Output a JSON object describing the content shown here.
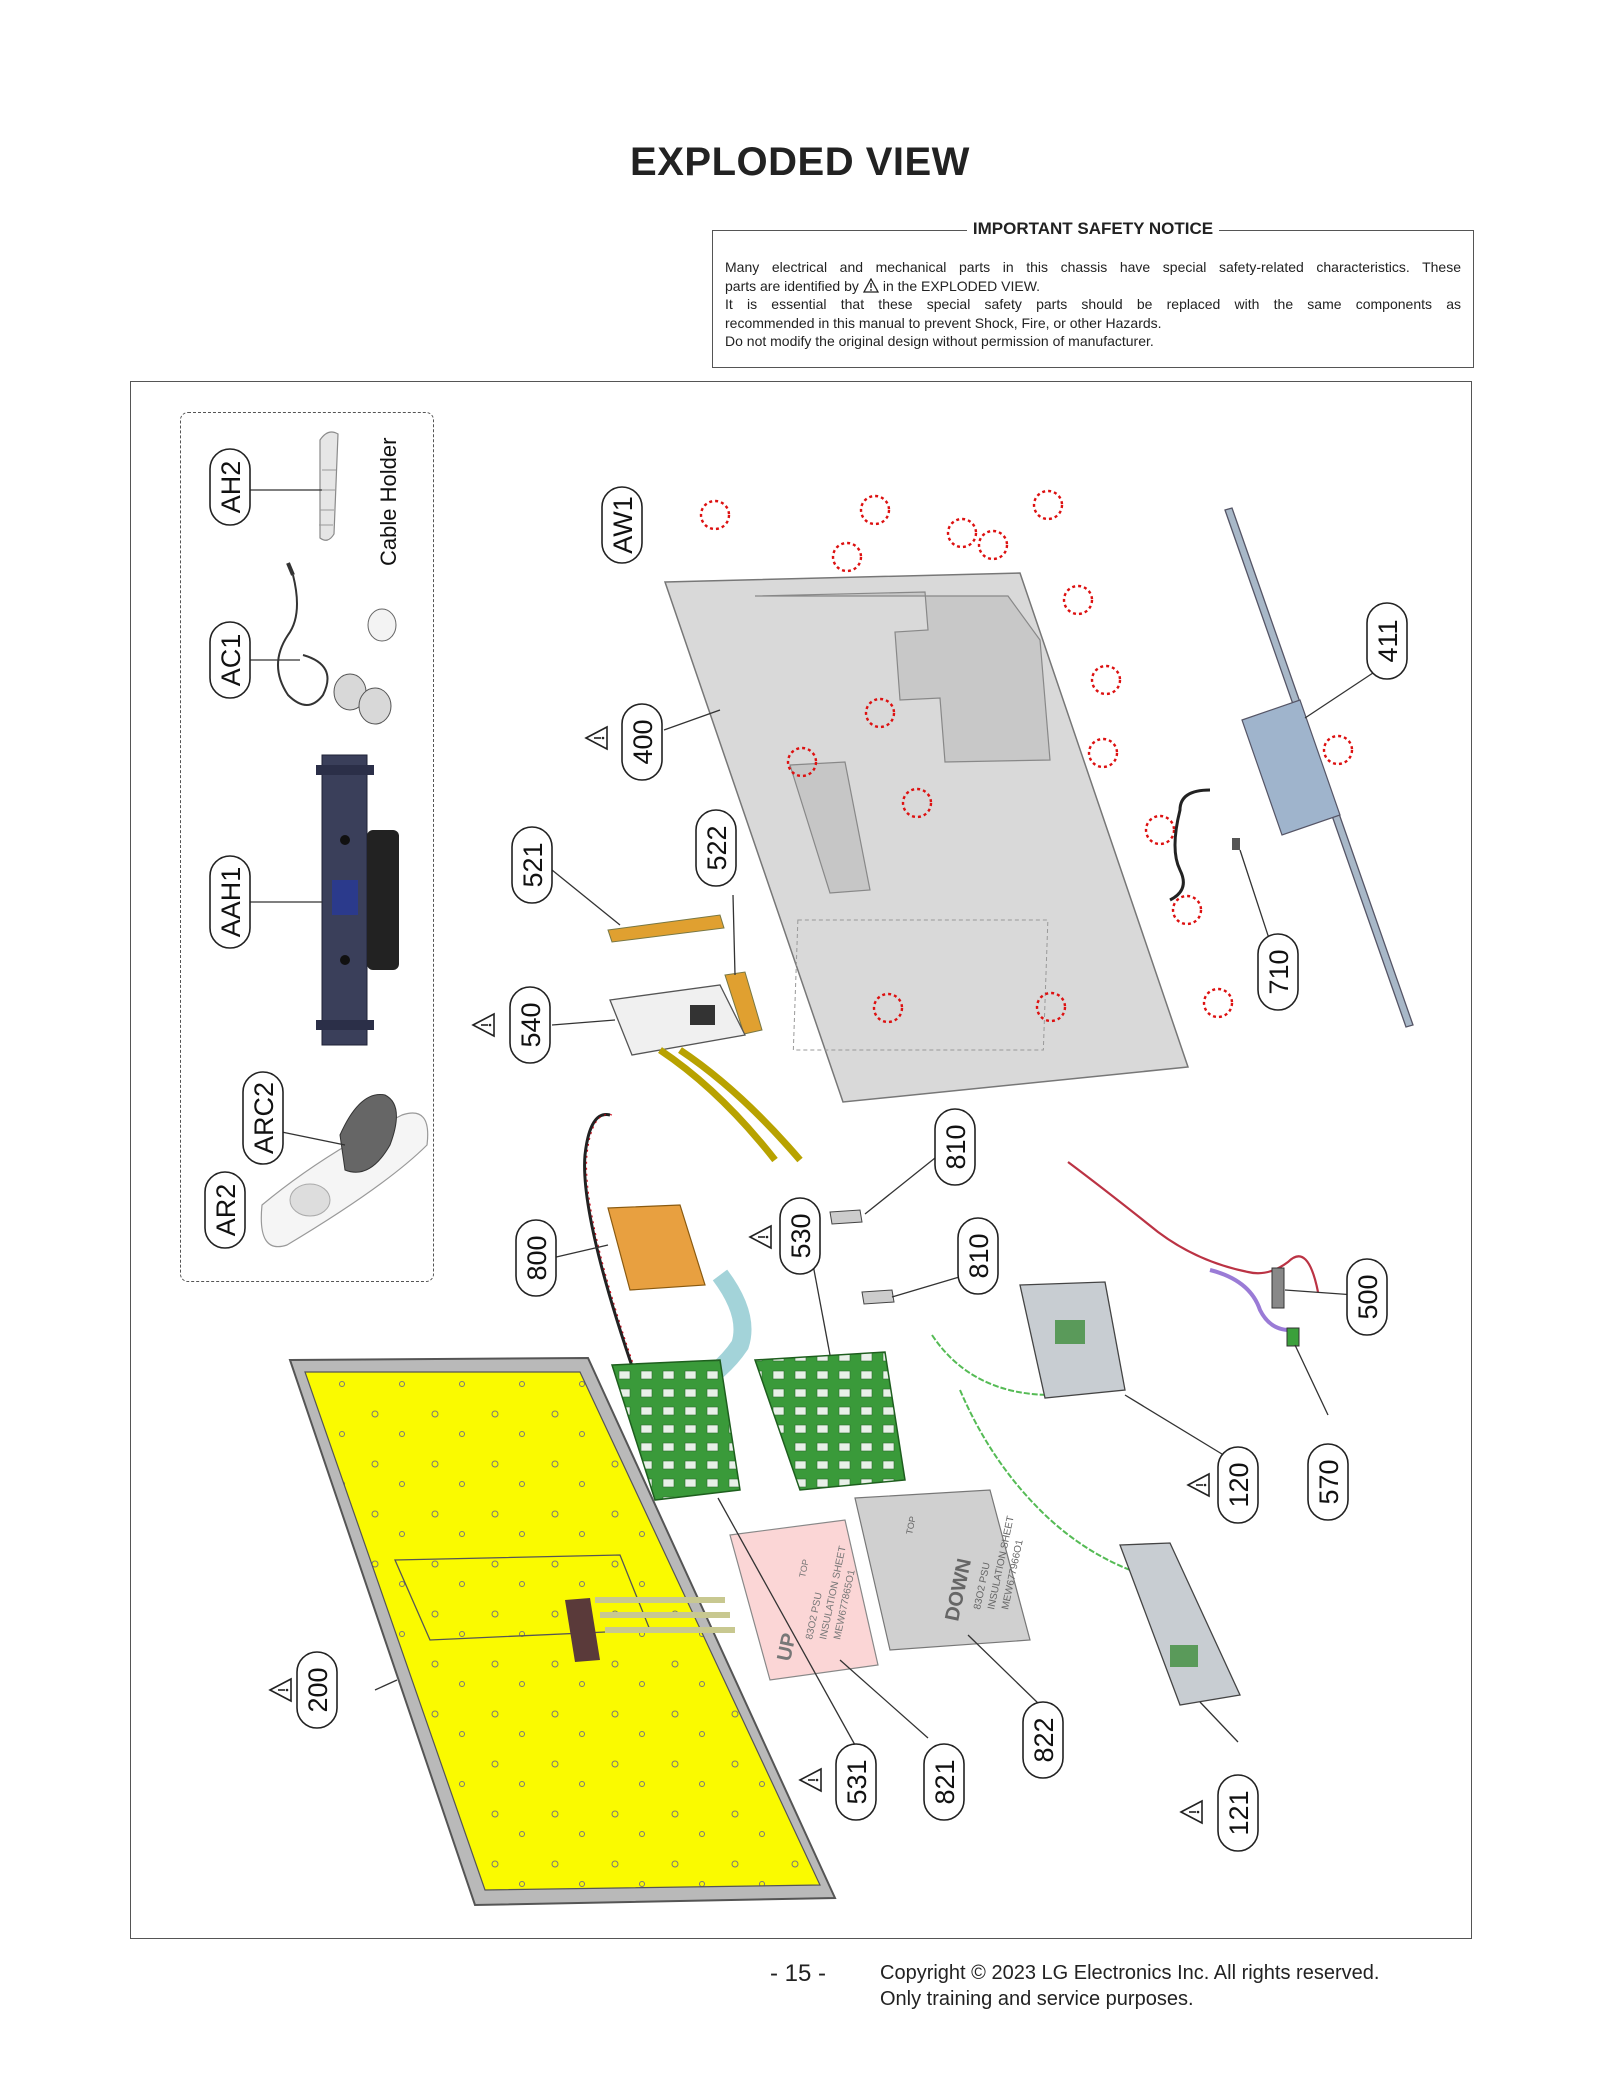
{
  "page": {
    "title": "EXPLODED VIEW",
    "page_number": "- 15 -",
    "copyright_line1": "Copyright © 2023 LG Electronics Inc. All rights reserved.",
    "copyright_line2": "Only training and service purposes."
  },
  "notice": {
    "heading": "IMPORTANT SAFETY NOTICE",
    "line1": "Many electrical and mechanical parts in this chassis have special safety-related characteristics. These",
    "line2a": "parts are identified by",
    "line2b": "in the EXPLODED VIEW.",
    "line3": "It is essential that these special safety parts should be replaced with the same components as",
    "line4": "recommended in this manual to prevent Shock, Fire, or other Hazards.",
    "line5": "Do not modify the original design without permission of manufacturer."
  },
  "accessories": {
    "cable_holder_label": "Cable Holder",
    "labels": [
      "AH2",
      "AC1",
      "AAH1",
      "ARC2",
      "AR2"
    ]
  },
  "parts": {
    "AW1": "AW1",
    "p400": "400",
    "p411": "411",
    "p521": "521",
    "p522": "522",
    "p540": "540",
    "p710": "710",
    "p810a": "810",
    "p810b": "810",
    "p800": "800",
    "p530": "530",
    "p500": "500",
    "p120": "120",
    "p570": "570",
    "p200": "200",
    "p531": "531",
    "p821": "821",
    "p822": "822",
    "p121": "121"
  },
  "sheets": {
    "pink_up": "UP",
    "pink_top": "TOP",
    "pink_psu": "83O2 PSU",
    "pink_ins": "INSULATION SHEET",
    "pink_code": "MEW677865O1",
    "grey_down": "DOWN",
    "grey_top": "TOP",
    "grey_psu": "83O2 PSU",
    "grey_ins": "INSULATION SHEET",
    "grey_code": "MEW677966O1"
  },
  "colors": {
    "panel_yellow": "#fafa00",
    "board_green": "#3a9a3a",
    "copper": "#e8a040",
    "screw_red": "#dd1111",
    "pink_sheet": "#fbd6d6",
    "grey_sheet": "#d0d0d0"
  }
}
